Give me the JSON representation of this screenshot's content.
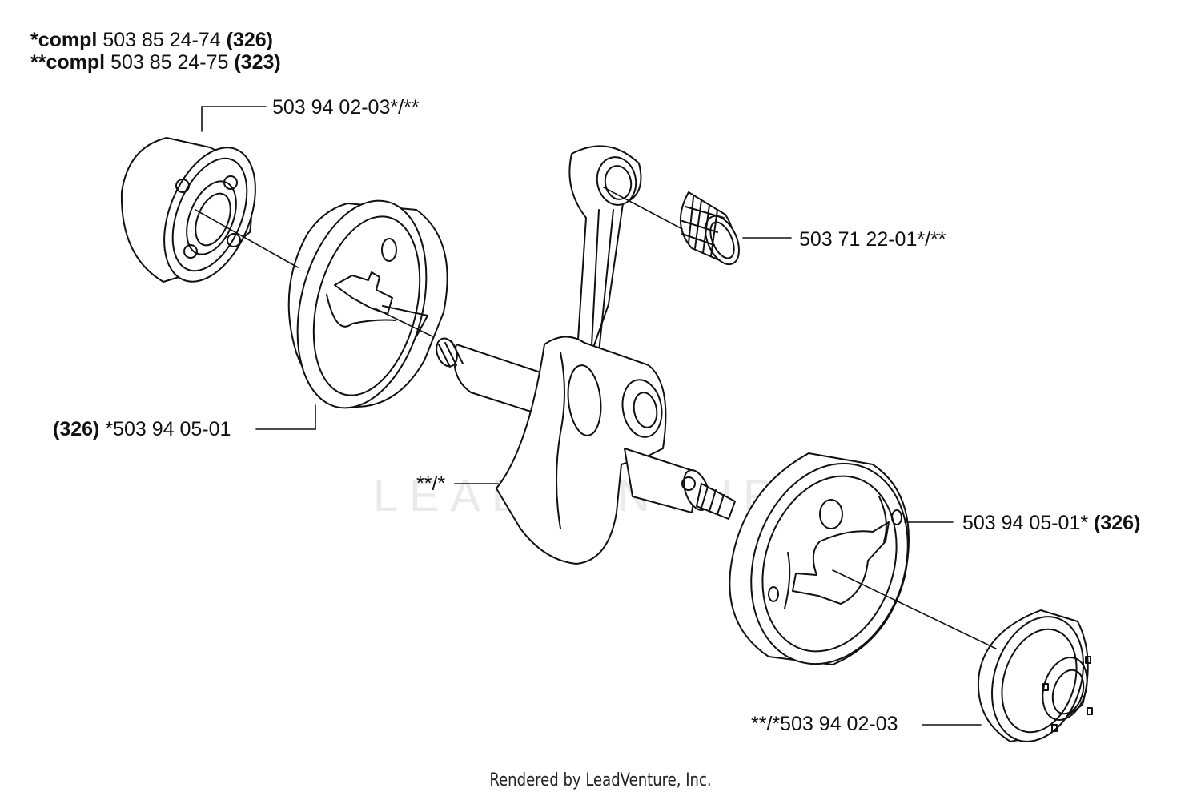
{
  "header": {
    "line1": {
      "prefix": "*compl",
      "number": "503 85 24-74",
      "ref": "(326)"
    },
    "line2": {
      "prefix": "**compl",
      "number": "503 85 24-75",
      "ref": "(323)"
    }
  },
  "callouts": {
    "bearing_top": "503 94 02-03*/**",
    "needle_bearing": "503 71 22-01*/**",
    "disc_left_ref": "(326)",
    "disc_left_number": "*503 94 05-01",
    "crankshaft": "**/*",
    "disc_right_number": "503 94 05-01*",
    "disc_right_ref": "(326)",
    "bearing_bottom": "**/*503 94 02-03"
  },
  "watermark": "LEADVENTURE",
  "footer": "Rendered by LeadVenture, Inc."
}
